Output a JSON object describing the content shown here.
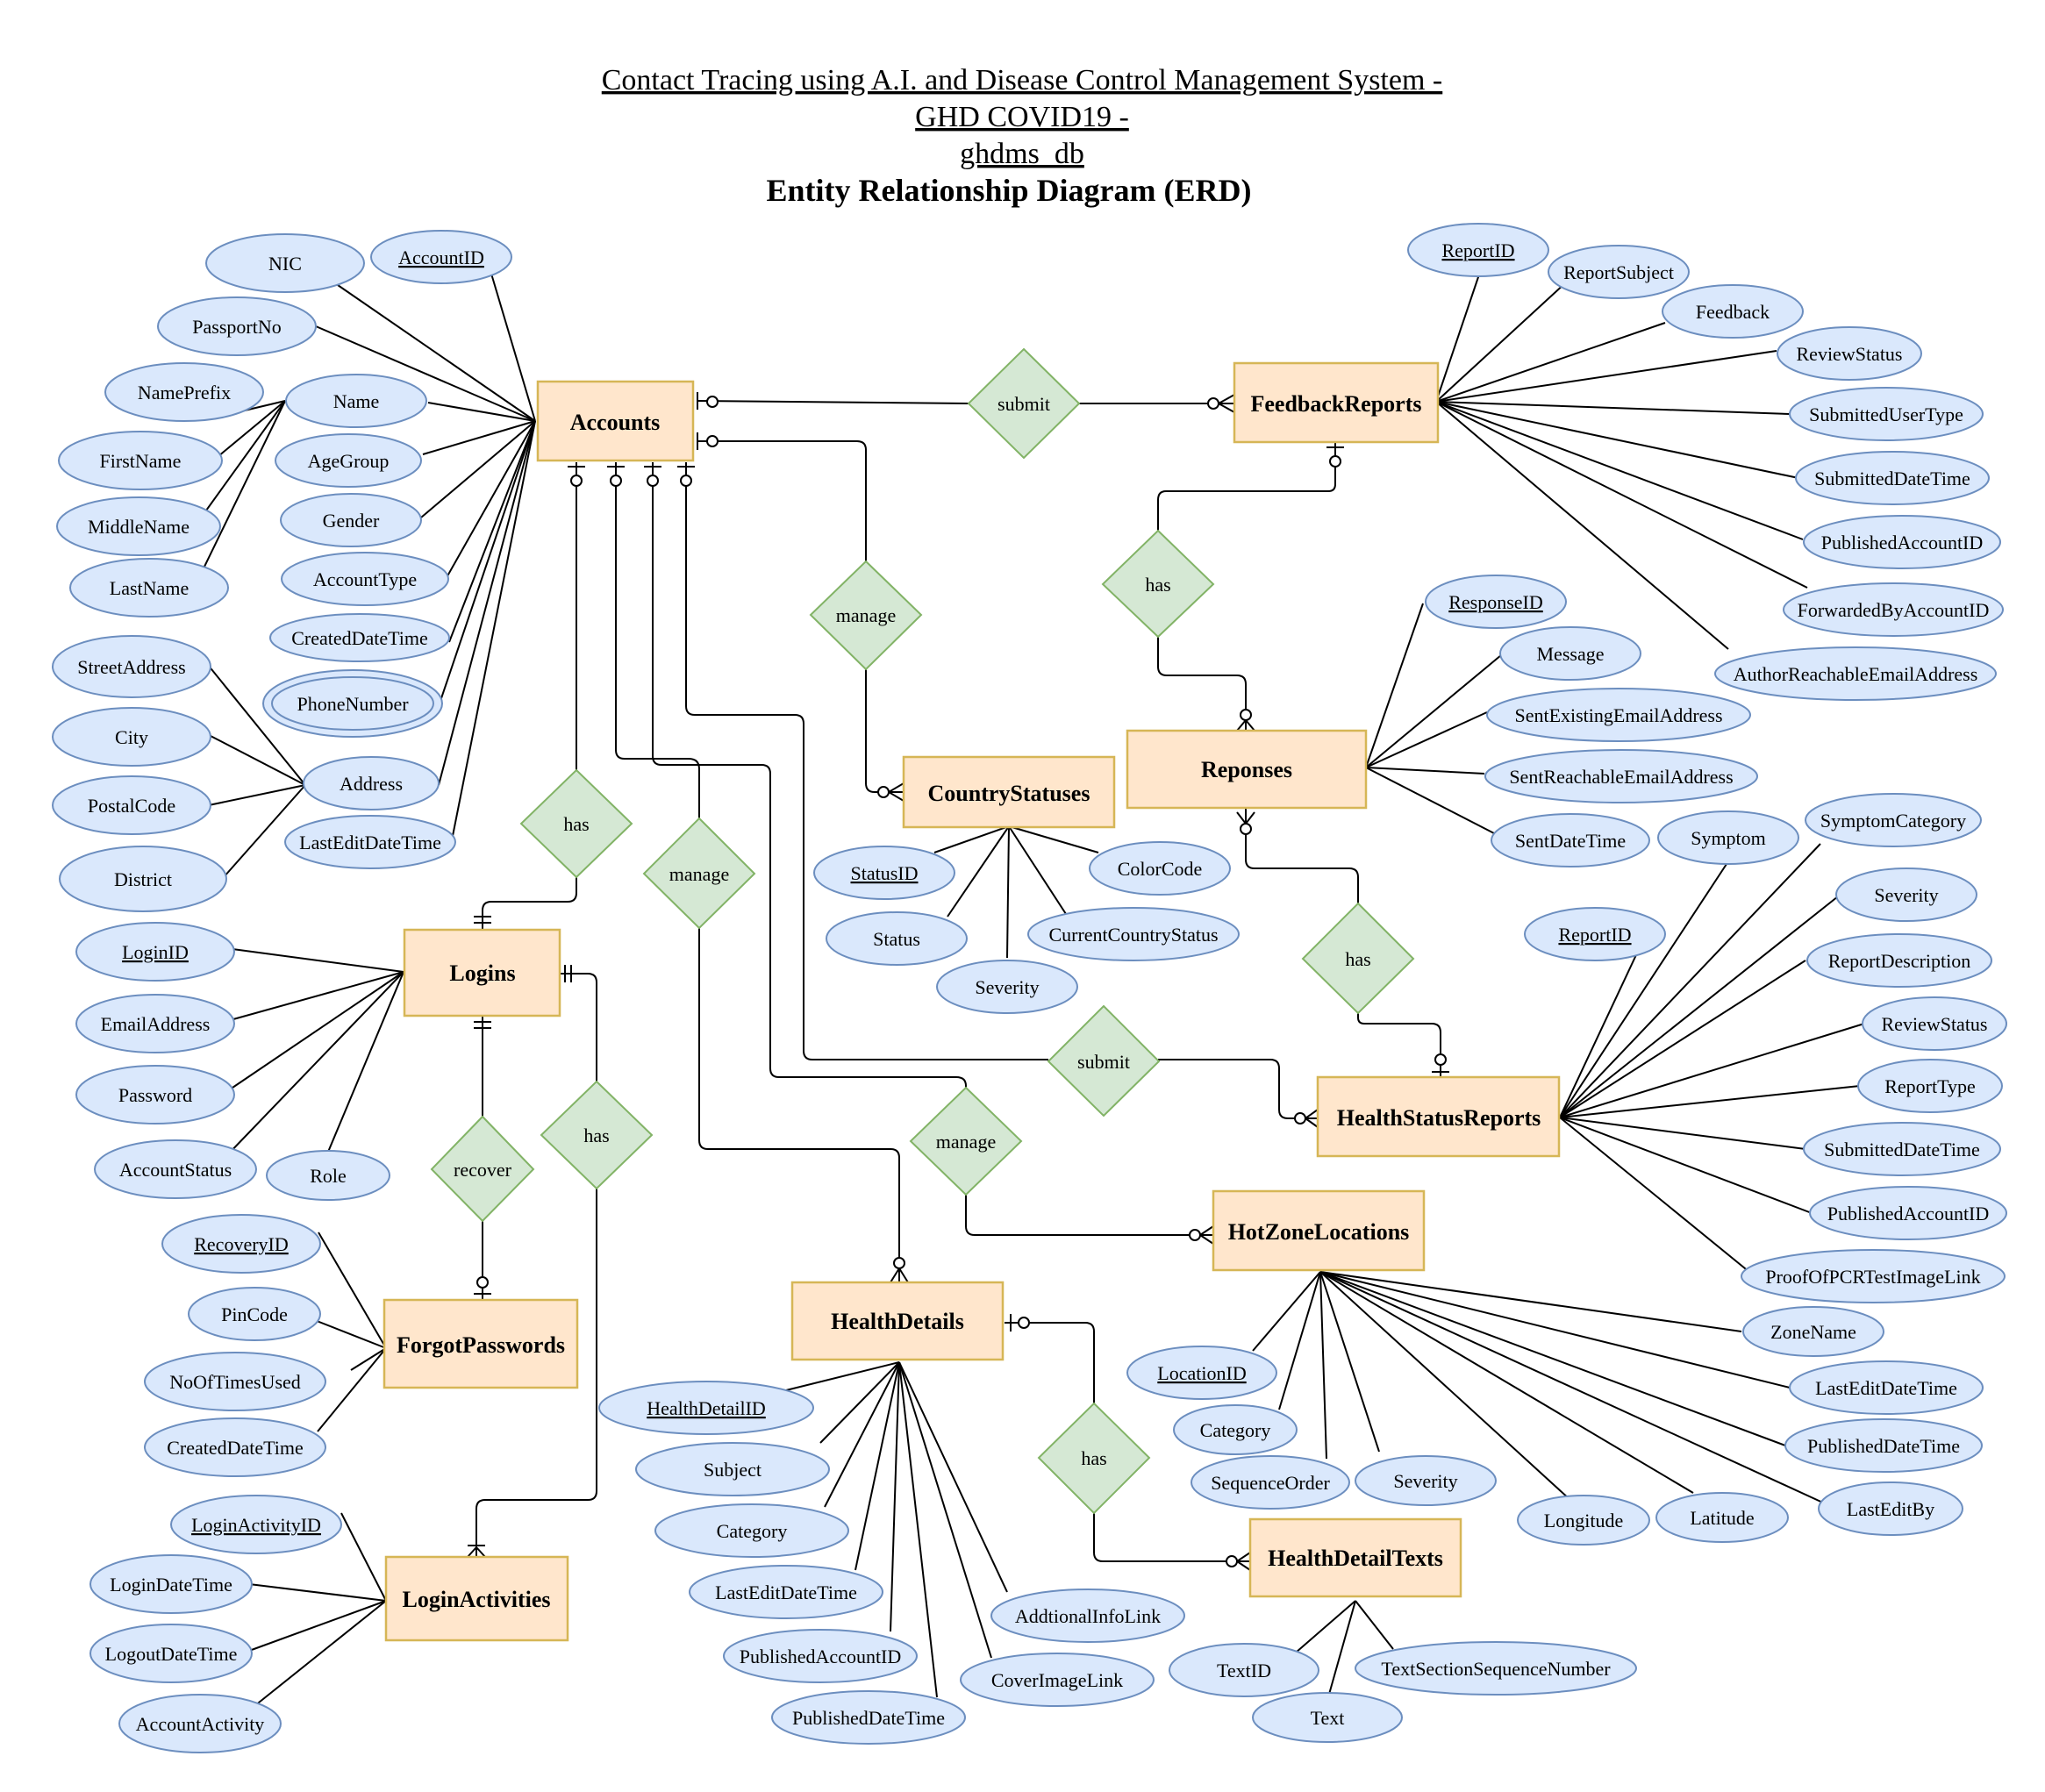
{
  "title": {
    "line1": "Contact Tracing using A.I. and Disease Control Management System -",
    "line2": "GHD COVID19 -",
    "line3": "ghdms_db",
    "line4": "Entity Relationship Diagram (ERD)"
  },
  "entities": {
    "accounts": "Accounts",
    "feedback_reports": "FeedbackReports",
    "responses": "Reponses",
    "country_statuses": "CountryStatuses",
    "logins": "Logins",
    "forgot_passwords": "ForgotPasswords",
    "login_activities": "LoginActivities",
    "health_details": "HealthDetails",
    "health_status_reports": "HealthStatusReports",
    "hot_zone_locations": "HotZoneLocations",
    "health_detail_texts": "HealthDetailTexts"
  },
  "relationships": {
    "submit_feedback": "submit",
    "manage_country": "manage",
    "has_responses": "has",
    "has_logins": "has",
    "manage_health_details": "manage",
    "has_status_reports": "has",
    "submit_health_status": "submit",
    "recover": "recover",
    "has_login_activities": "has",
    "manage_hot_zones": "manage",
    "has_detail_texts": "has"
  },
  "attributes": {
    "accounts": {
      "nic": "NIC",
      "account_id": "AccountID",
      "passport_no": "PassportNo",
      "name_prefix": "NamePrefix",
      "name": "Name",
      "first_name": "FirstName",
      "age_group": "AgeGroup",
      "middle_name": "MiddleName",
      "gender": "Gender",
      "last_name": "LastName",
      "account_type": "AccountType",
      "created_date_time": "CreatedDateTime",
      "phone_number": "PhoneNumber",
      "street_address": "StreetAddress",
      "city": "City",
      "address": "Address",
      "postal_code": "PostalCode",
      "last_edit_date_time": "LastEditDateTime",
      "district": "District"
    },
    "feedback_reports": {
      "report_id": "ReportID",
      "report_subject": "ReportSubject",
      "feedback": "Feedback",
      "review_status": "ReviewStatus",
      "submitted_user_type": "SubmittedUserType",
      "submitted_date_time": "SubmittedDateTime",
      "published_account_id": "PublishedAccountID",
      "forwarded_by_account_id": "ForwardedByAccountID",
      "author_reachable_email": "AuthorReachableEmailAddress"
    },
    "responses": {
      "response_id": "ResponseID",
      "message": "Message",
      "sent_existing_email": "SentExistingEmailAddress",
      "sent_reachable_email": "SentReachableEmailAddress",
      "sent_date_time": "SentDateTime"
    },
    "country_statuses": {
      "status_id": "StatusID",
      "color_code": "ColorCode",
      "status": "Status",
      "current_country_status": "CurrentCountryStatus",
      "severity": "Severity"
    },
    "health_status_reports": {
      "symptom": "Symptom",
      "symptom_category": "SymptomCategory",
      "report_id": "ReportID",
      "severity": "Severity",
      "report_description": "ReportDescription",
      "review_status": "ReviewStatus",
      "report_type": "ReportType",
      "submitted_date_time": "SubmittedDateTime",
      "published_account_id": "PublishedAccountID",
      "proof_pcr_link": "ProofOfPCRTestImageLink"
    },
    "logins": {
      "login_id": "LoginID",
      "email_address": "EmailAddress",
      "password": "Password",
      "account_status": "AccountStatus",
      "role": "Role"
    },
    "forgot_passwords": {
      "recovery_id": "RecoveryID",
      "pin_code": "PinCode",
      "no_of_times_used": "NoOfTimesUsed",
      "created_date_time": "CreatedDateTime"
    },
    "login_activities": {
      "login_activity_id": "LoginActivityID",
      "login_date_time": "LoginDateTime",
      "logout_date_time": "LogoutDateTime",
      "account_activity": "AccountActivity"
    },
    "health_details": {
      "health_detail_id": "HealthDetailID",
      "subject": "Subject",
      "category": "Category",
      "last_edit_date_time": "LastEditDateTime",
      "additional_info_link": "AddtionalInfoLink",
      "published_account_id": "PublishedAccountID",
      "cover_image_link": "CoverImageLink",
      "published_date_time": "PublishedDateTime"
    },
    "hot_zone_locations": {
      "zone_name": "ZoneName",
      "location_id": "LocationID",
      "last_edit_date_time": "LastEditDateTime",
      "category": "Category",
      "published_date_time": "PublishedDateTime",
      "sequence_order": "SequenceOrder",
      "severity": "Severity",
      "longitude": "Longitude",
      "latitude": "Latitude",
      "last_edit_by": "LastEditBy"
    },
    "health_detail_texts": {
      "text_id": "TextID",
      "text_section_sequence_number": "TextSectionSequenceNumber",
      "text": "Text"
    }
  },
  "colors": {
    "entity_fill": "#ffe6cc",
    "entity_stroke": "#d6b656",
    "attribute_fill": "#dae8fc",
    "attribute_stroke": "#6c8ebf",
    "relationship_fill": "#d5e8d4",
    "relationship_stroke": "#82b366"
  }
}
